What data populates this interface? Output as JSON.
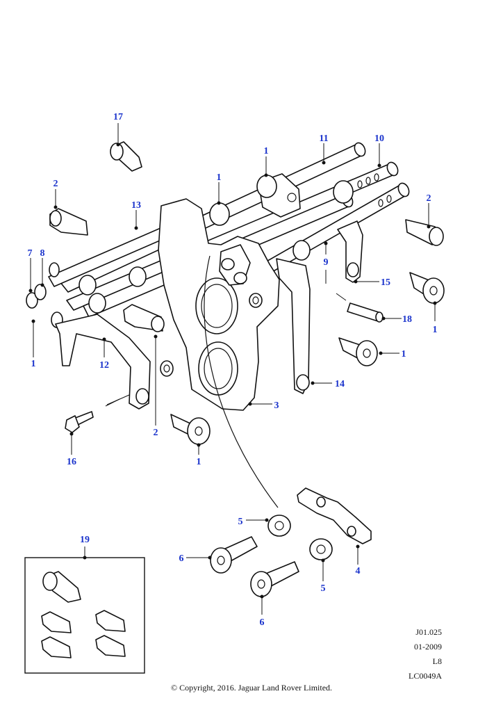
{
  "callouts": [
    {
      "id": "c17",
      "label": "17"
    },
    {
      "id": "c1a",
      "label": "1"
    },
    {
      "id": "c11",
      "label": "11"
    },
    {
      "id": "c10",
      "label": "10"
    },
    {
      "id": "c2a",
      "label": "2"
    },
    {
      "id": "c1b",
      "label": "1"
    },
    {
      "id": "c13",
      "label": "13"
    },
    {
      "id": "c2b",
      "label": "2"
    },
    {
      "id": "c7",
      "label": "7"
    },
    {
      "id": "c8",
      "label": "8"
    },
    {
      "id": "c9",
      "label": "9"
    },
    {
      "id": "c15",
      "label": "15"
    },
    {
      "id": "c18",
      "label": "18"
    },
    {
      "id": "c1c",
      "label": "1"
    },
    {
      "id": "c1d",
      "label": "1"
    },
    {
      "id": "c1e",
      "label": "1"
    },
    {
      "id": "c12",
      "label": "12"
    },
    {
      "id": "c14",
      "label": "14"
    },
    {
      "id": "c3",
      "label": "3"
    },
    {
      "id": "c2c",
      "label": "2"
    },
    {
      "id": "c16",
      "label": "16"
    },
    {
      "id": "c1f",
      "label": "1"
    },
    {
      "id": "c5a",
      "label": "5"
    },
    {
      "id": "c6a",
      "label": "6"
    },
    {
      "id": "c4",
      "label": "4"
    },
    {
      "id": "c5b",
      "label": "5"
    },
    {
      "id": "c6b",
      "label": "6"
    },
    {
      "id": "c19",
      "label": "19"
    }
  ],
  "meta": {
    "ref": "J01.025",
    "date": "01-2009",
    "model": "L8",
    "code": "LC0049A"
  },
  "copyright": "© Copyright, 2016. Jaguar Land Rover Limited."
}
